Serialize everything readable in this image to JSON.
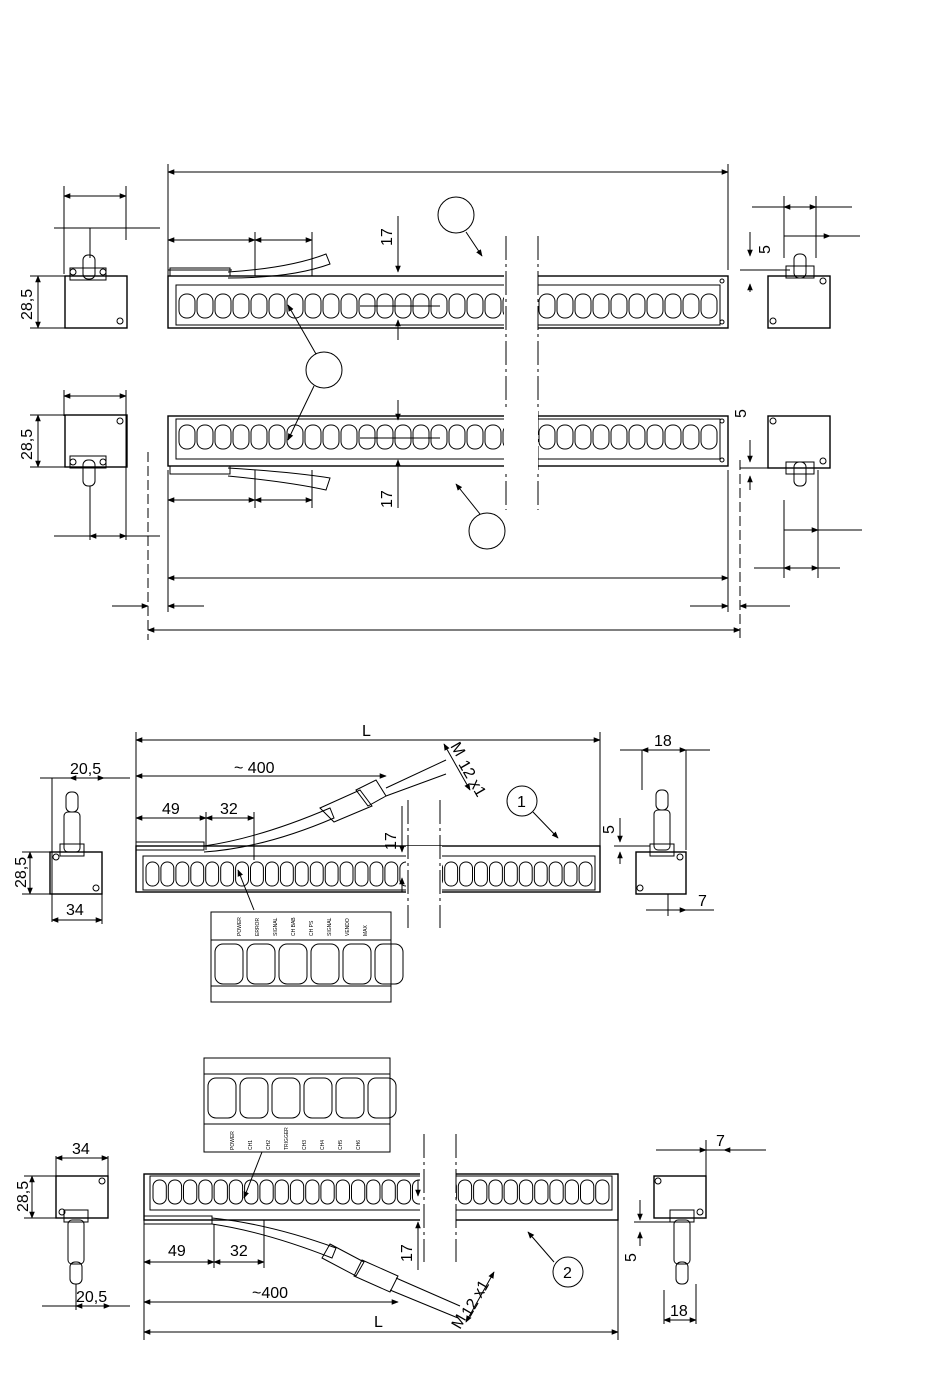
{
  "section1": {
    "dims": {
      "h_left_top": "28,5",
      "h_left_bottom": "28,5",
      "v17_top": "17",
      "v17_bottom": "17",
      "right_top_5": "5",
      "right_bottom_5": "5"
    },
    "led_count": 30
  },
  "section2": {
    "dims": {
      "L": "L",
      "approx400": "~ 400",
      "d49": "49",
      "d32": "32",
      "d17": "17",
      "d20_5": "20,5",
      "d28_5": "28,5",
      "d34": "34",
      "d18": "18",
      "d5": "5",
      "d7": "7",
      "cable_m": "M",
      "cable_thread": "12 x1"
    },
    "callout": "1",
    "detail_labels": [
      "POWER",
      "ERROR",
      "SIGNAL",
      "CH BAB",
      "CH PS",
      "SIGNAL",
      "VENDO",
      "MAX"
    ],
    "led_count": 30
  },
  "section3": {
    "dims": {
      "L": "L",
      "approx400": "~400",
      "d49": "49",
      "d32": "32",
      "d17": "17",
      "d20_5": "20,5",
      "d28_5": "28,5",
      "d34": "34",
      "d18": "18",
      "d5": "5",
      "d7": "7",
      "cable_m": "M",
      "cable_thread": "12 x1"
    },
    "callout": "2",
    "detail_labels": [
      "POWER",
      "CH1",
      "CH2",
      "TRIGGER",
      "CH3",
      "CH4",
      "CH5",
      "CH6"
    ],
    "led_count": 30
  }
}
